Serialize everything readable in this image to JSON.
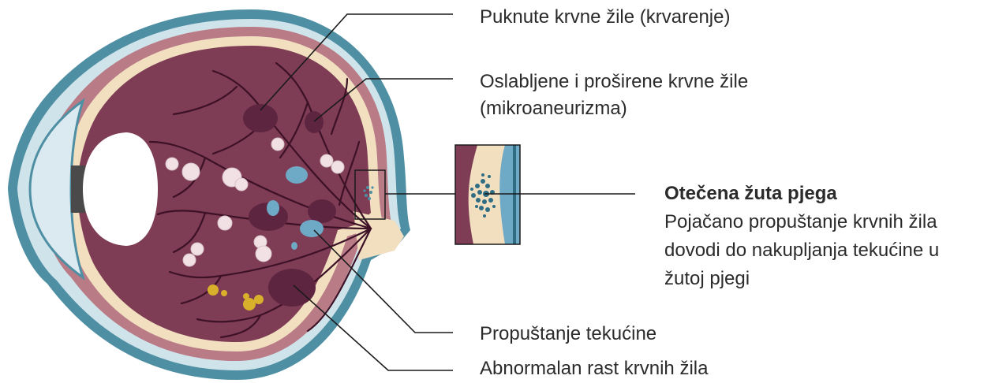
{
  "labels": {
    "hemorrhage": "Puknute krvne žile (krvarenje)",
    "microaneurysm_line1": "Oslabljene i proširene krvne žile",
    "microaneurysm_line2": "(mikroaneurizma)",
    "macula_title": "Otečena žuta pjega",
    "macula_line1": "Pojačano propuštanje krvnih žila",
    "macula_line2": "dovodi do nakupljanja tekućine u",
    "macula_line3": "žutoj pjegi",
    "fluid_leak": "Propuštanje tekućine",
    "abnormal_growth": "Abnormalan rast krvnih žila"
  },
  "colors": {
    "sclera_outer": "#4f8fa3",
    "sclera_light": "#cfe3ea",
    "retina_band": "#b97b86",
    "retina_inner": "#7e3c55",
    "vitreous_cream": "#f1dfc0",
    "vessel": "#3d1126",
    "exudate": "#f1e1e4",
    "fluid_blue": "#6ea9c6",
    "yellow_deposit": "#d9b02c",
    "leader_line": "#1a1a1a"
  }
}
